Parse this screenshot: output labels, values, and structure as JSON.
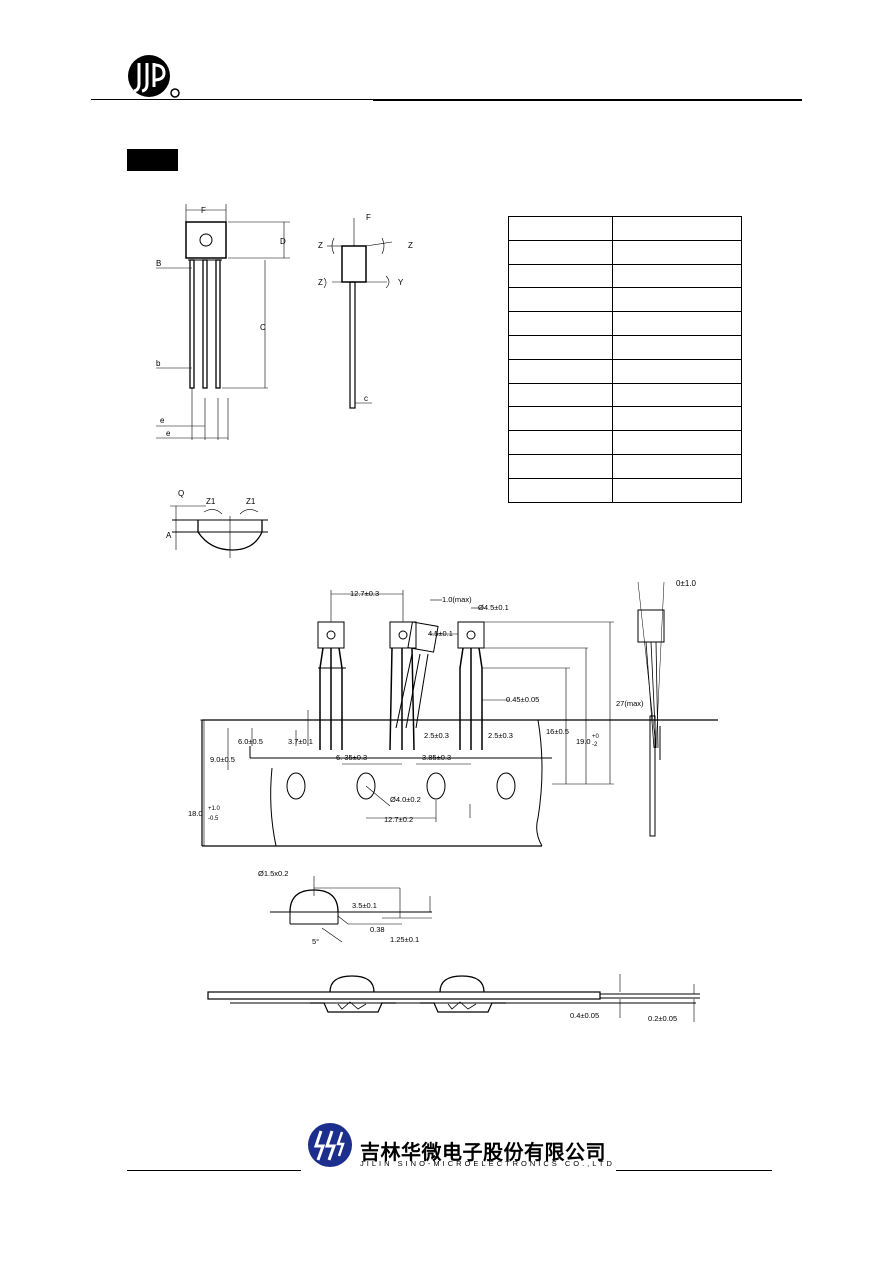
{
  "footer": {
    "company_cn": "吉林华微电子股份有限公司",
    "company_en": "JILIN SINO-MICROELECTRONICS CO.,LTD"
  },
  "table": {
    "rows": [
      [
        "",
        ""
      ],
      [
        "",
        ""
      ],
      [
        "",
        ""
      ],
      [
        "",
        ""
      ],
      [
        "",
        ""
      ],
      [
        "",
        ""
      ],
      [
        "",
        ""
      ],
      [
        "",
        ""
      ],
      [
        "",
        ""
      ],
      [
        "",
        ""
      ],
      [
        "",
        ""
      ],
      [
        "",
        ""
      ]
    ]
  },
  "package_outline": {
    "labels": {
      "F": "F",
      "D": "D",
      "B": "B",
      "C": "C",
      "b": "b",
      "e": "e",
      "e1": "e",
      "F2": "F",
      "c": "c",
      "Z1": "Z",
      "Z2": "Z",
      "Z3": "Z",
      "Y": "Y",
      "Q": "Q",
      "A": "A",
      "ang1": "Z1",
      "ang2": "Z1"
    }
  },
  "tape_drawing": {
    "labels": {
      "p1": "12.7±0.3",
      "max1": "1.0(max)",
      "hole": "Ø4.5±0.1",
      "h45": "4.5±0.1",
      "lead": "0.45±0.05",
      "d27": "27(max)",
      "d16": "16±0.5",
      "d19": "19.0",
      "d19u": "+0",
      "d19l": "-2",
      "d60": "6.0±0.5",
      "d37": "3.7±0.1",
      "d25a": "2.5±0.3",
      "d25b": "2.5±0.3",
      "d90": "9.0±0.5",
      "d635": "6. 35±0.3",
      "d385": "3.85±0.3",
      "d40": "Ø4.0±0.2",
      "p2": "12.7±0.2",
      "d180": "18.0",
      "d180u": "+1.0",
      "d180l": "-0.5",
      "side": "0±1.0"
    }
  },
  "detail_drawing": {
    "labels": {
      "d15": "Ø1.5x0.2",
      "d35": "3.5±0.1",
      "d038": "0.38",
      "d125": "1.25±0.1",
      "ang": "5°"
    }
  },
  "cross_section": {
    "labels": {
      "t04": "0.4±0.05",
      "t02": "0.2±0.05"
    }
  }
}
